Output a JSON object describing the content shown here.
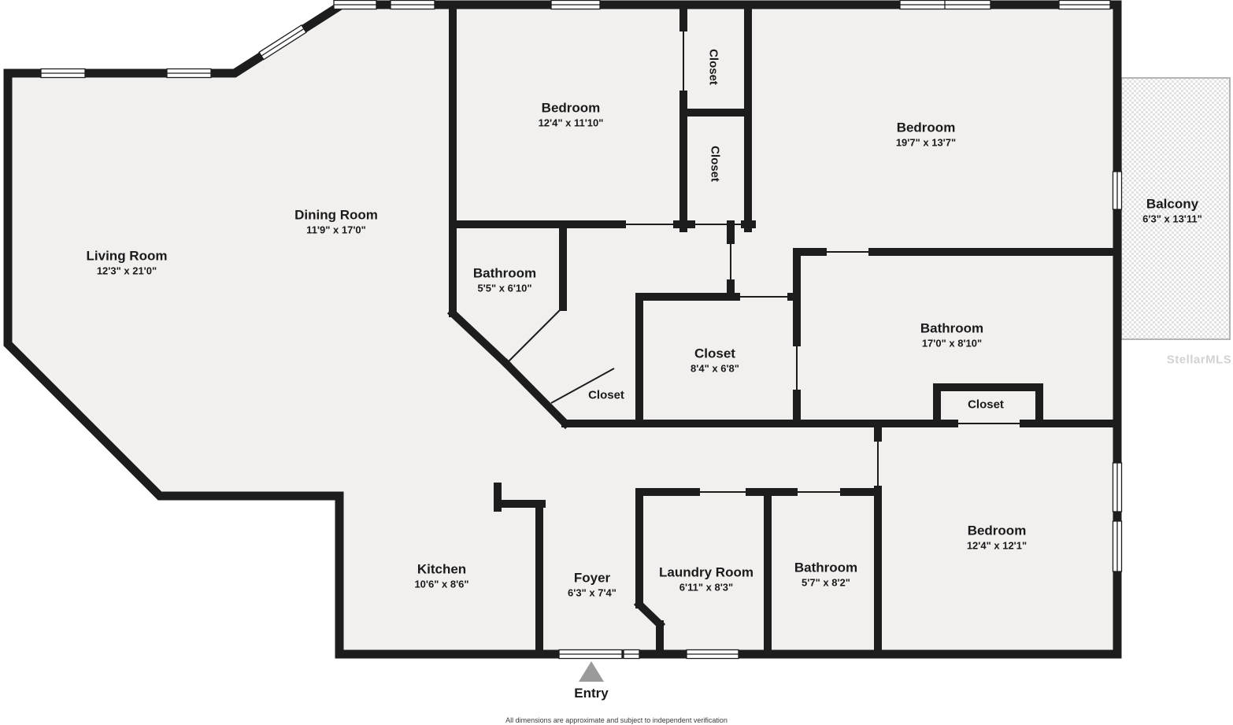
{
  "floor_plan": {
    "rooms": [
      {
        "name": "Living Room",
        "dims": "12'3\" x 21'0\""
      },
      {
        "name": "Dining Room",
        "dims": "11'9\" x 17'0\""
      },
      {
        "name": "Bedroom",
        "dims": "12'4\" x 11'10\""
      },
      {
        "name": "Bedroom",
        "dims": "19'7\" x 13'7\""
      },
      {
        "name": "Balcony",
        "dims": "6'3\" x 13'11\""
      },
      {
        "name": "Bathroom",
        "dims": "5'5\" x 6'10\""
      },
      {
        "name": "Closet",
        "dims": "8'4\" x 6'8\""
      },
      {
        "name": "Bathroom",
        "dims": "17'0\" x 8'10\""
      },
      {
        "name": "Bedroom",
        "dims": "12'4\" x 12'1\""
      },
      {
        "name": "Kitchen",
        "dims": "10'6\" x 8'6\""
      },
      {
        "name": "Foyer",
        "dims": "6'3\" x 7'4\""
      },
      {
        "name": "Laundry Room",
        "dims": "6'11\" x 8'3\""
      },
      {
        "name": "Bathroom",
        "dims": "5'7\" x 8'2\""
      }
    ],
    "closet_labels": [
      "Closet",
      "Closet",
      "Closet",
      "Closet"
    ],
    "entry_label": "Entry",
    "watermark": "StellarMLS",
    "disclaimer": "All dimensions are approximate and subject to independent verification",
    "colors": {
      "wall": "#1d1d1d",
      "floor": "#f1f0ee",
      "background": "#ffffff",
      "text": "#1a1a1a",
      "watermark": "#d2d2d2",
      "entry_marker": "#9a9a9a",
      "balcony_border": "#b5b5b5",
      "balcony_hatch": "#e2e2e2"
    }
  }
}
